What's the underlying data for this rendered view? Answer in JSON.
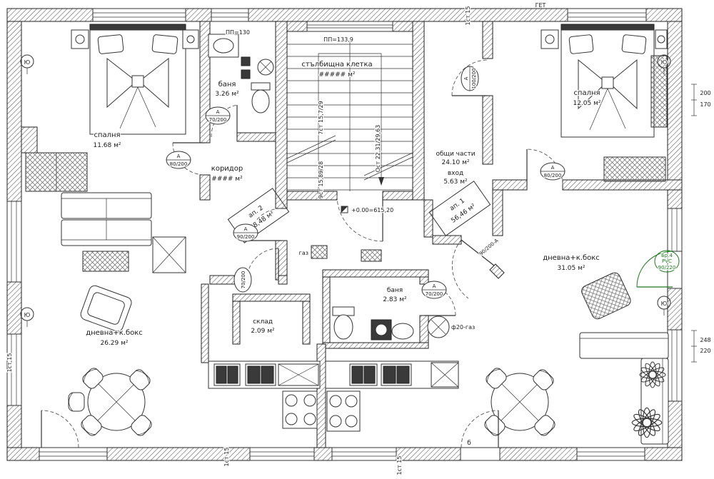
{
  "plan": {
    "rooms": {
      "bedroom_left": {
        "name": "спалня",
        "area": "11.68 м²"
      },
      "bath_top": {
        "name": "баня",
        "area": "3.26 м²"
      },
      "stairwell": {
        "name": "стълбищна клетка",
        "area": "##### м²"
      },
      "bedroom_right": {
        "name": "спалня",
        "area": "12.05 м²"
      },
      "corridor": {
        "name": "коридор",
        "area": "#### м²"
      },
      "common": {
        "name": "общи части",
        "area": "24.10 м²"
      },
      "entry": {
        "name": "вход",
        "area": "5.63 м²"
      },
      "living_right": {
        "name": "дневна+к.бокс",
        "area": "31.05 м²"
      },
      "living_left": {
        "name": "дневна+к.бокс",
        "area": "26.29 м²"
      },
      "storage": {
        "name": "склад",
        "area": "2.09 м²"
      },
      "bath_mid": {
        "name": "баня",
        "area": "2.83 м²"
      }
    },
    "apartments": {
      "ap2": {
        "name": "ап. 2",
        "area": "58,48 м²"
      },
      "ap1": {
        "name": "ап. 1",
        "area": "56,46 м²"
      }
    },
    "levels": {
      "pp_left": "ПП=130",
      "pp_right": "ПП=133,9",
      "entry_level": "+0.00=615,20"
    },
    "stairs": {
      "flight_up": "7ст 15,7/29",
      "flight_down": "9ст 15,89/28",
      "total": "Ост 22,31/29,63"
    },
    "doors": {
      "mark": "А",
      "bedroom_left": "80/200",
      "bath_top": "70/200",
      "ap2_entry": "90/200",
      "entry_hall": "100/200",
      "bedroom_right": "80/200",
      "bath_mid": "70/200",
      "storage": "70/200",
      "ap1_entry": "90/200-А",
      "terrace_mark": "б",
      "balcony": {
        "l1": "Бр.4",
        "l2": "PVC",
        "l3": "90/220"
      }
    },
    "annotations": {
      "gas": "газ",
      "gas_pipe": "ф20-газ",
      "get": "ГЕТ",
      "grid": "1ст 15",
      "south": "Ю"
    },
    "dims": {
      "d1": "200",
      "d2": "170",
      "d3": "248",
      "d4": "220"
    }
  }
}
